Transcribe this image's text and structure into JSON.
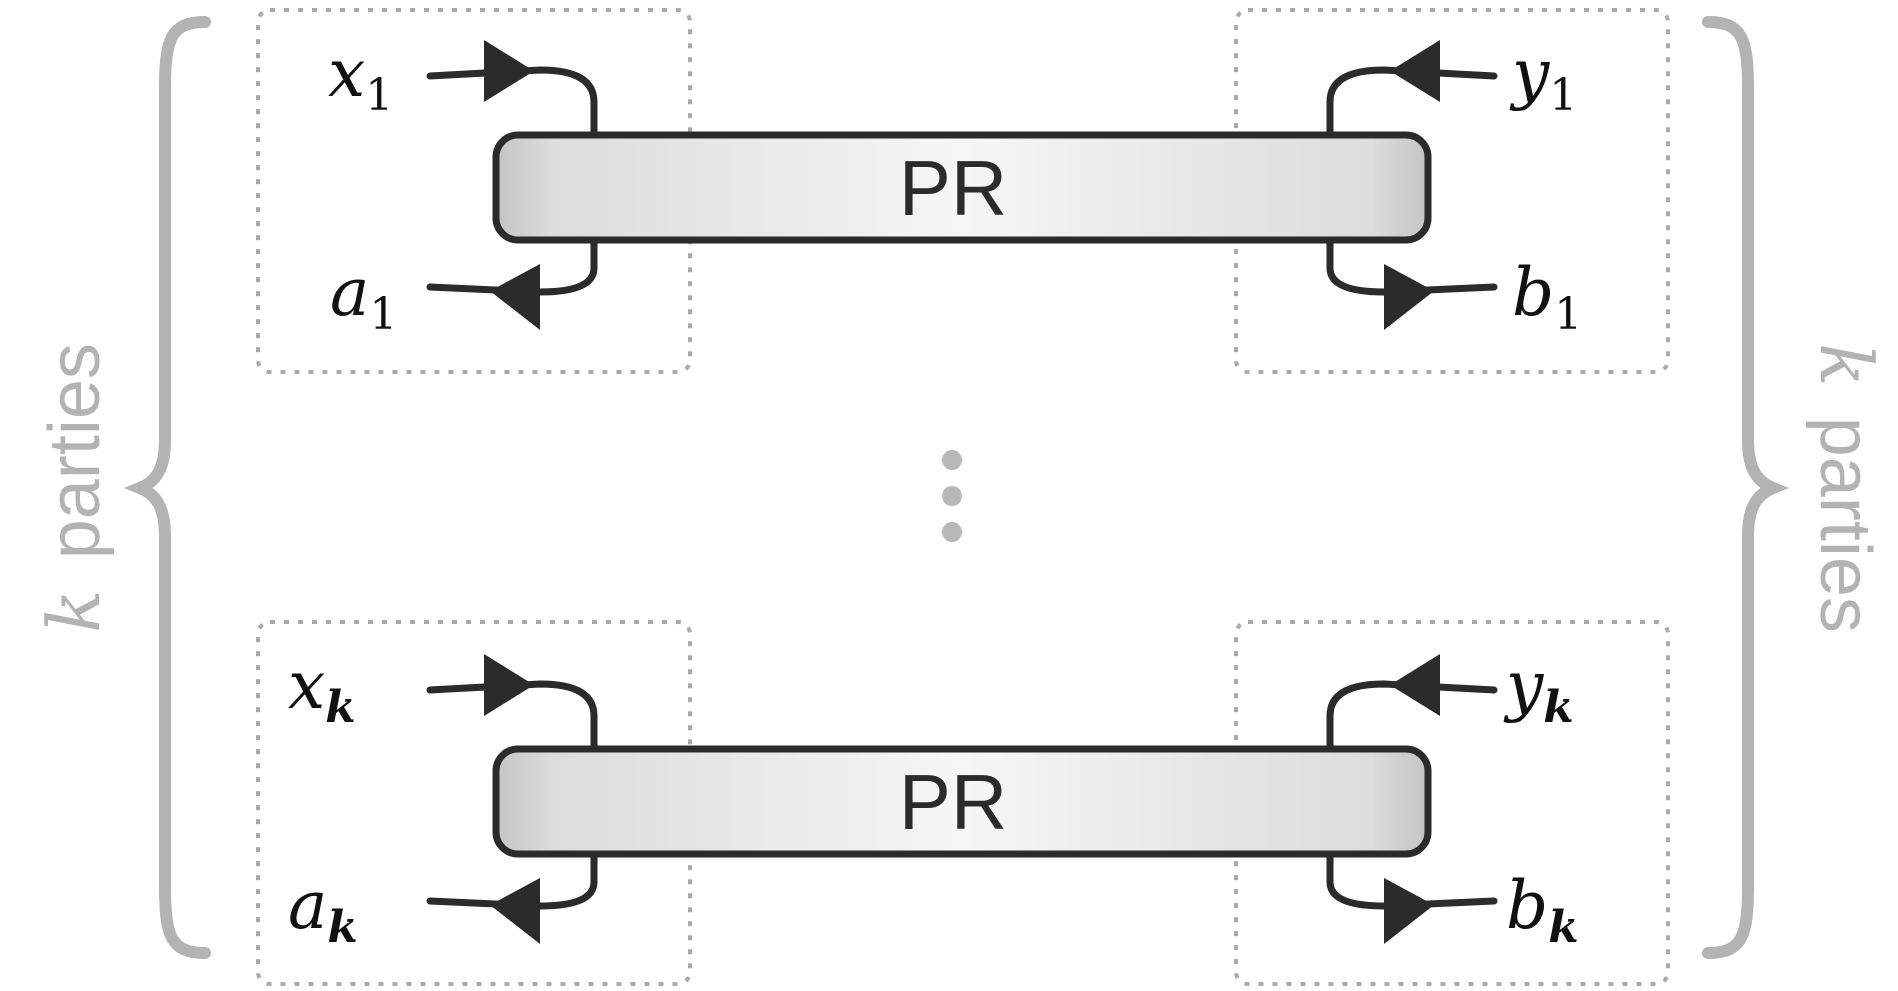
{
  "diagram": {
    "box_label": "PR",
    "ellipsis": "⋮",
    "side_label": {
      "k": "k",
      "text": "parties"
    },
    "top_row": {
      "x": {
        "base": "x",
        "sub": "1"
      },
      "a": {
        "base": "a",
        "sub": "1"
      },
      "y": {
        "base": "y",
        "sub": "1"
      },
      "b": {
        "base": "b",
        "sub": "1"
      }
    },
    "bottom_row": {
      "x": {
        "base": "x",
        "sub": "k"
      },
      "a": {
        "base": "a",
        "sub": "k"
      },
      "y": {
        "base": "y",
        "sub": "k"
      },
      "b": {
        "base": "b",
        "sub": "k"
      }
    },
    "colors": {
      "stroke": "#2b2b2b",
      "brace": "#b3b3b3",
      "dotted_box": "#aaaaaa",
      "box_fill_edge": "#c4c4c4",
      "box_fill_center": "#f4f4f4"
    }
  }
}
